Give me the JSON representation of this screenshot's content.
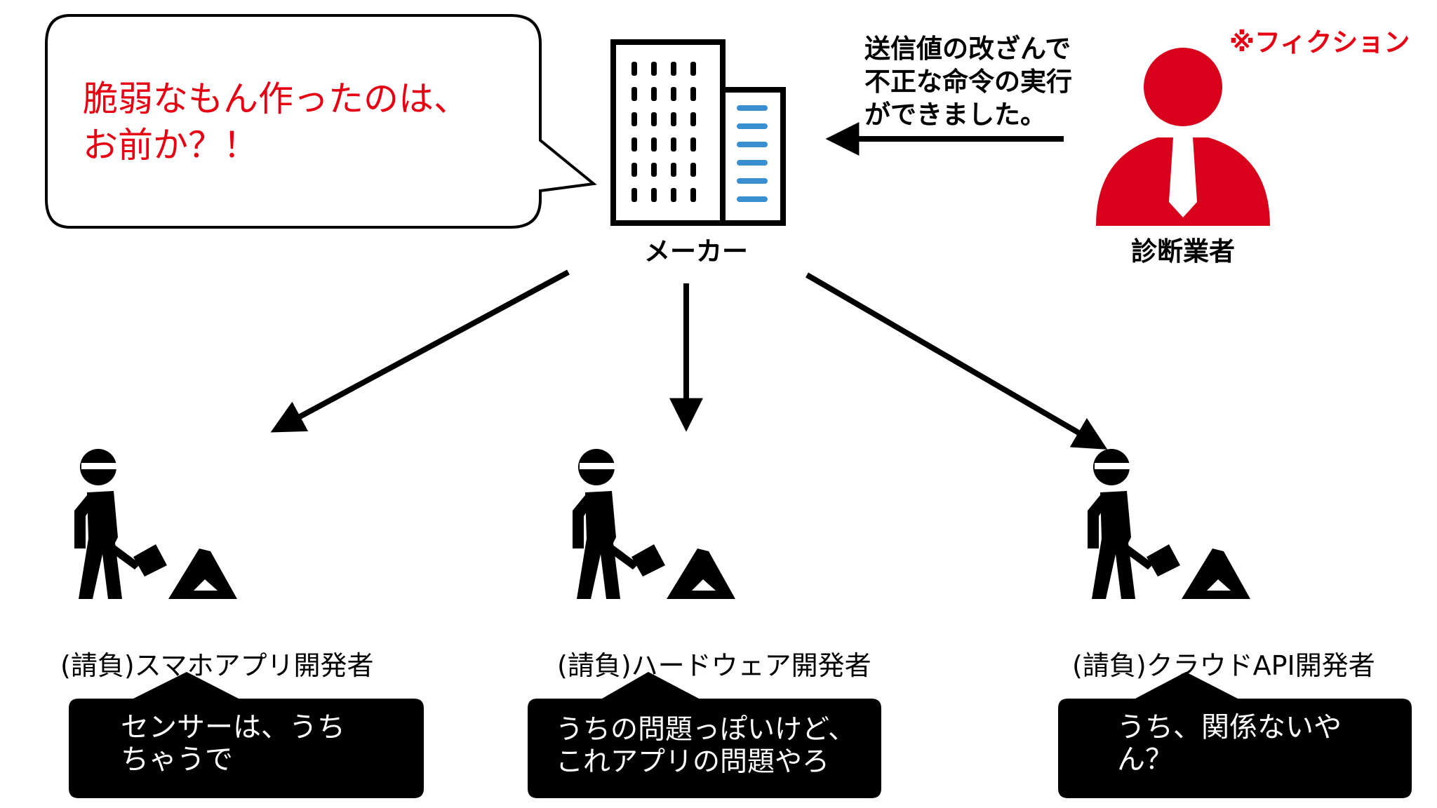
{
  "speech_bubble": {
    "line1": "脆弱なもん作ったのは、",
    "line2": "お前か？！"
  },
  "maker": {
    "label": "メーカー"
  },
  "report": {
    "line1": "送信値の改ざんで",
    "line2": "不正な命令の実行",
    "line3": "ができました。"
  },
  "fiction_note": "※フィクション",
  "diagnostician": {
    "label": "診断業者"
  },
  "developers": [
    {
      "role": "(請負)スマホアプリ開発者",
      "reply_line1": "センサーは、うち",
      "reply_line2": "ちゃうで"
    },
    {
      "role": "(請負)ハードウェア開発者",
      "reply_line1": "うちの問題っぽいけど、",
      "reply_line2": "これアプリの問題やろ"
    },
    {
      "role": "(請負)クラウドAPI開発者",
      "reply_line1": "うち、関係ないや",
      "reply_line2": "ん？"
    }
  ],
  "colors": {
    "accent_red": "#e60012",
    "window_blue": "#3a8fd0",
    "ink": "#000000"
  },
  "icons": [
    "building-icon",
    "person-icon",
    "construction-worker-icon",
    "arrow-icon"
  ]
}
